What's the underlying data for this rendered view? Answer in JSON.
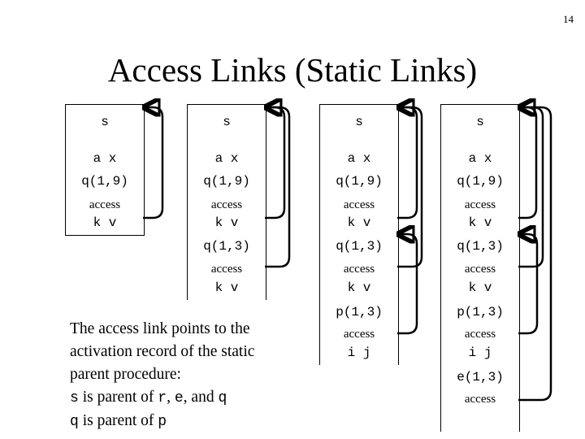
{
  "page_number": "14",
  "title": "Access Links (Static Links)",
  "stacks": [
    {
      "frames": [
        "s",
        "a x",
        "q(1,9)",
        "access",
        "k v"
      ]
    },
    {
      "frames": [
        "s",
        "a x",
        "q(1,9)",
        "access",
        "k v",
        "q(1,3)",
        "access",
        "k v"
      ]
    },
    {
      "frames": [
        "s",
        "a x",
        "q(1,9)",
        "access",
        "k v",
        "q(1,3)",
        "access",
        "k v",
        "p(1,3)",
        "access",
        "i j"
      ]
    },
    {
      "frames": [
        "s",
        "a x",
        "q(1,9)",
        "access",
        "k v",
        "q(1,3)",
        "access",
        "k v",
        "p(1,3)",
        "access",
        "i j",
        "e(1,3)",
        "access"
      ]
    }
  ],
  "caption": {
    "line1": "The access link points to the",
    "line2": "activation record of the static",
    "line3": "parent procedure:",
    "line4_code1": "s",
    "line4_text1": " is parent of ",
    "line4_code2": "r",
    "line4_text2": ", ",
    "line4_code3": "e",
    "line4_text3": ", and ",
    "line4_code4": "q",
    "line5_code1": "q",
    "line5_text1": " is parent of ",
    "line5_code2": "p"
  }
}
